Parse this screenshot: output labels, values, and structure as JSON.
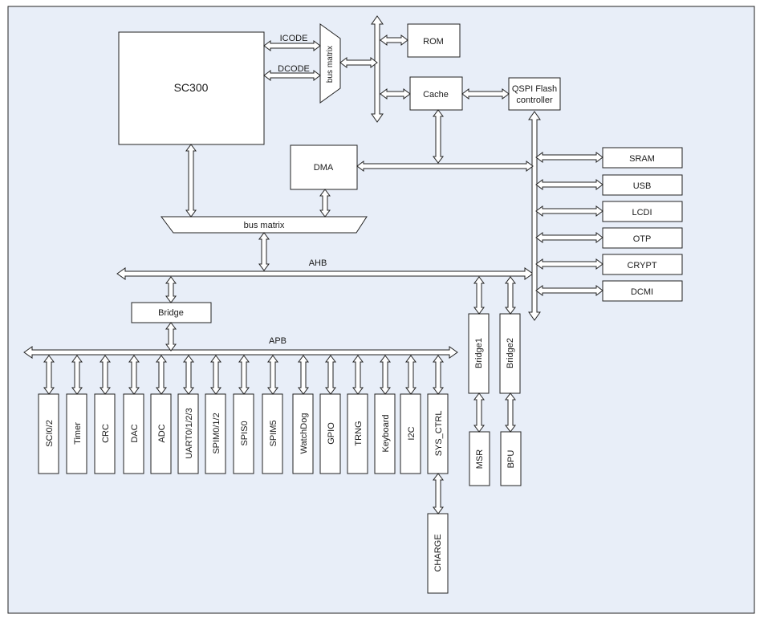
{
  "blocks": {
    "core": "SC300",
    "bus_matrix_top": "bus matrix",
    "bus_matrix_main": "bus matrix",
    "rom": "ROM",
    "cache": "Cache",
    "qspi": [
      "QSPI Flash",
      "controller"
    ],
    "dma": "DMA",
    "bridge": "Bridge",
    "bridge1": "Bridge1",
    "bridge2": "Bridge2",
    "msr": "MSR",
    "bpu": "BPU",
    "charge": "CHARGE"
  },
  "buses": {
    "icode": "ICODE",
    "dcode": "DCODE",
    "ahb": "AHB",
    "apb": "APB"
  },
  "ahb_peripherals": [
    "SRAM",
    "USB",
    "LCDI",
    "OTP",
    "CRYPT",
    "DCMI"
  ],
  "apb_peripherals": [
    "SCI0/2",
    "Timer",
    "CRC",
    "DAC",
    "ADC",
    "UART0/1/2/3",
    "SPIM0/1/2",
    "SPIS0",
    "SPIM5",
    "WatchDog",
    "GPIO",
    "TRNG",
    "Keyboard",
    "I2C",
    "SYS_CTRL"
  ],
  "colors": {
    "background": "#e8eef8",
    "box_fill": "#ffffff",
    "stroke": "#222222"
  }
}
